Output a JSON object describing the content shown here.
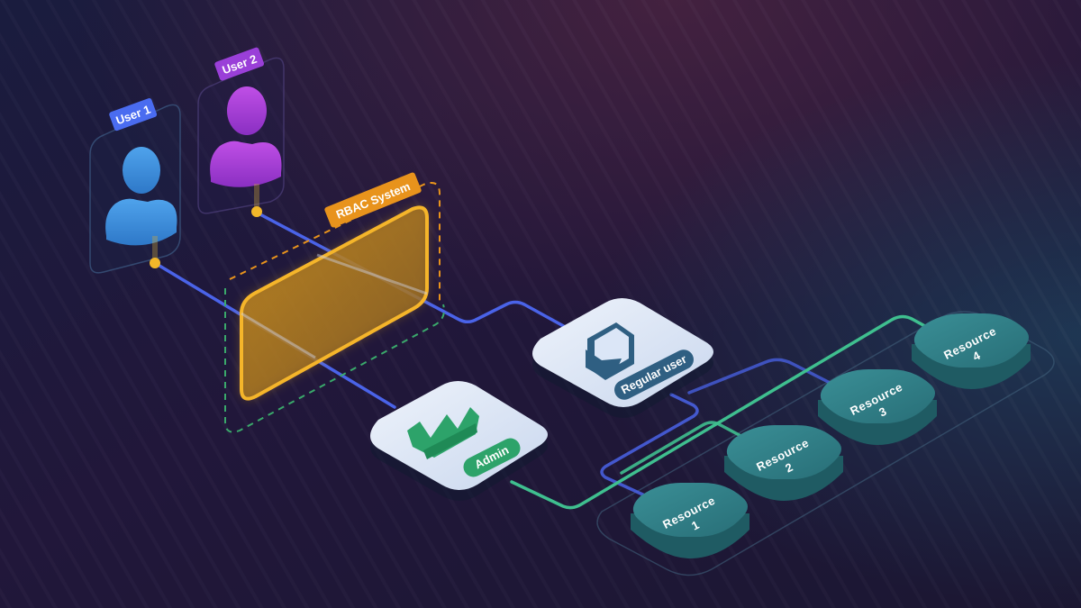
{
  "diagram": {
    "users": [
      {
        "label": "User 1",
        "color": "#3b8fe0",
        "tag_color": "#4a6cf0"
      },
      {
        "label": "User 2",
        "color": "#a63fd6",
        "tag_color": "#9a3fd8"
      }
    ],
    "system": {
      "label": "RBAC System",
      "color": "#f5b52a",
      "tag_color": "#e8931c"
    },
    "roles": [
      {
        "label": "Admin",
        "icon": "crown-icon",
        "badge_color": "#2da36a"
      },
      {
        "label": "Regular user",
        "icon": "tablet-hand-icon",
        "badge_color": "#2f5f82"
      }
    ],
    "resources": [
      {
        "line1": "Resource",
        "line2": "1"
      },
      {
        "line1": "Resource",
        "line2": "2"
      },
      {
        "line1": "Resource",
        "line2": "3"
      },
      {
        "line1": "Resource",
        "line2": "4"
      }
    ],
    "colors": {
      "line_blue": "#4a63e8",
      "line_green": "#3fbf8f",
      "resource_fill": "#2f7e86",
      "role_card": "#dbe6f7",
      "dashed_green": "#3aa96b",
      "dashed_orange": "#e8931c"
    }
  }
}
